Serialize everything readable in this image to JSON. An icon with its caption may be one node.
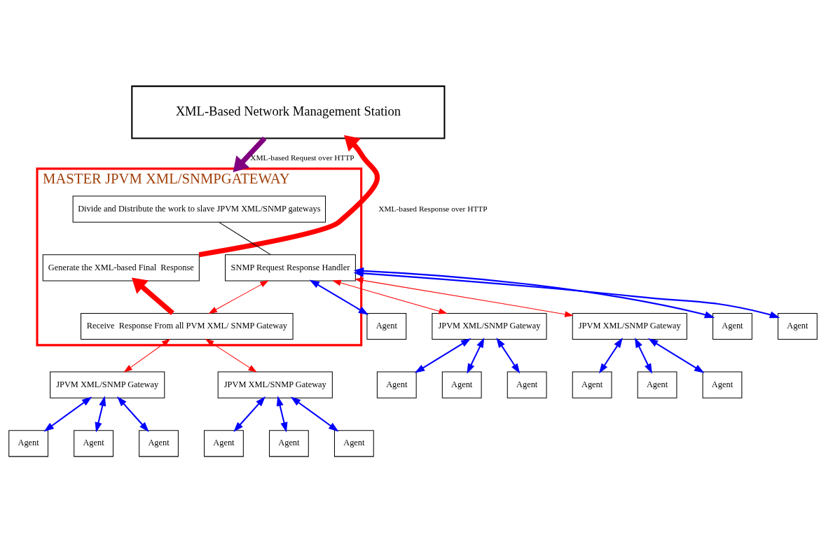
{
  "diagram": {
    "nodes": [
      {
        "text": [
          "XML-Based Network Management Station"
        ]
      },
      {
        "text": [
          "MASTER JPVM XML/SNMPGATEWAY"
        ]
      },
      {
        "text": [
          "Divide and Distribute the work to slave JPVM XML/SNMP gateways"
        ],
        "in": 1
      },
      {
        "text": [
          "Generate the XML-based Final  Response"
        ],
        "in": 1
      },
      {
        "text": [
          "SNMP Request Response Handler"
        ],
        "in": 1
      },
      {
        "text": [
          "Receive  Response From all PVM XML/ SNMP Gateway"
        ],
        "in": 1
      },
      {
        "text": [
          "JPVM XML/SNMP Gateway"
        ]
      },
      {
        "text": [
          "Agent"
        ]
      },
      {
        "text": [
          "Agent"
        ]
      },
      {
        "text": [
          "Agent"
        ]
      },
      {
        "text": [
          "JPVM XML/SNMP Gateway"
        ]
      },
      {
        "text": [
          "Agent"
        ]
      },
      {
        "text": [
          "Agent"
        ]
      },
      {
        "text": [
          "Agent"
        ]
      },
      {
        "text": [
          "Agent"
        ]
      },
      {
        "text": [
          "Agent"
        ]
      },
      {
        "text": [
          "Agent"
        ]
      },
      {
        "text": [
          "JPVM XML/SNMP Gateway"
        ]
      },
      {
        "text": [
          "Agent"
        ]
      },
      {
        "text": [
          "Agent"
        ]
      },
      {
        "text": [
          "Agent"
        ]
      },
      {
        "text": [
          "JPVM XML/SNMP Gateway"
        ]
      },
      {
        "text": [
          "Agent"
        ]
      },
      {
        "text": [
          "Agent"
        ]
      },
      {
        "text": [
          "Agent"
        ]
      }
    ],
    "edges": [
      {
        "from": 0,
        "to": 1,
        "arrow": "to",
        "label": "XML-based Request over HTTP",
        "style": "thick",
        "color": "#800080"
      },
      {
        "from": 3,
        "to": 0,
        "arrow": "to",
        "label": "XML-based Response over HTTP",
        "style": "thick",
        "color": "#ff0000"
      },
      {
        "from": 2,
        "to": 4,
        "arrow": "none",
        "color": "#000000"
      },
      {
        "from": 5,
        "to": 3,
        "arrow": "to",
        "style": "thick",
        "color": "#ff0000"
      },
      {
        "from": 4,
        "to": 6,
        "arrow": "both",
        "color": "#ff0000"
      },
      {
        "from": 4,
        "to": 10,
        "arrow": "both",
        "color": "#ff0000"
      },
      {
        "from": 4,
        "to": 5,
        "arrow": "both",
        "color": "#ff0000"
      },
      {
        "from": 5,
        "to": 17,
        "arrow": "both",
        "color": "#ff0000"
      },
      {
        "from": 5,
        "to": 21,
        "arrow": "both",
        "color": "#ff0000"
      },
      {
        "from": 6,
        "to": 7,
        "arrow": "both"
      },
      {
        "from": 6,
        "to": 8,
        "arrow": "both"
      },
      {
        "from": 6,
        "to": 9,
        "arrow": "both"
      },
      {
        "from": 10,
        "to": 11,
        "arrow": "both"
      },
      {
        "from": 10,
        "to": 12,
        "arrow": "both"
      },
      {
        "from": 10,
        "to": 13,
        "arrow": "both"
      },
      {
        "from": 4,
        "to": 14,
        "arrow": "both"
      },
      {
        "from": 4,
        "to": 15,
        "arrow": "both"
      },
      {
        "from": 4,
        "to": 16,
        "arrow": "both"
      },
      {
        "from": 17,
        "to": 18,
        "arrow": "both"
      },
      {
        "from": 17,
        "to": 19,
        "arrow": "both"
      },
      {
        "from": 17,
        "to": 20,
        "arrow": "both"
      },
      {
        "from": 21,
        "to": 22,
        "arrow": "both"
      },
      {
        "from": 21,
        "to": 23,
        "arrow": "both"
      },
      {
        "from": 21,
        "to": 24,
        "arrow": "both"
      }
    ]
  }
}
